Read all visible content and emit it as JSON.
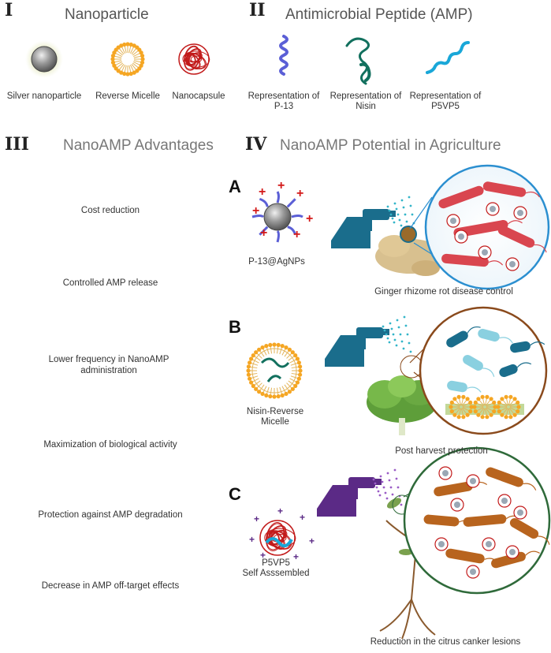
{
  "sections": {
    "s1": {
      "numeral": "I",
      "title": "Nanoparticle"
    },
    "s2": {
      "numeral": "II",
      "title": "Antimicrobial Peptide (AMP)"
    },
    "s3": {
      "numeral": "III",
      "title": "NanoAMP Advantages"
    },
    "s4": {
      "numeral": "IV",
      "title": "NanoAMP Potential  in Agriculture"
    }
  },
  "nanoparticles": {
    "silver": "Silver nanoparticle",
    "micelle": "Reverse Micelle",
    "capsule": "Nanocapsule"
  },
  "peptides": {
    "p13": [
      "Representation of",
      "P-13"
    ],
    "nisin": [
      "Representation of",
      "Nisin"
    ],
    "p5vp5": [
      "Representation of",
      "P5VP5"
    ]
  },
  "advantages": [
    "Cost reduction",
    "Controlled AMP release",
    "Lower frequency in NanoAMP administration",
    "Maximization of biological activity",
    "Protection against AMP degradation",
    "Decrease in AMP off-target effects"
  ],
  "panels": {
    "a": {
      "letter": "A",
      "formulation": "P-13@AgNPs",
      "application": "Ginger  rhizome rot disease control",
      "color": "#1a6d8c",
      "ring": "#2b8fd0"
    },
    "b": {
      "letter": "B",
      "formulation": [
        "Nisin-Reverse",
        "Micelle"
      ],
      "application": "Post harvest  protection",
      "color": "#1a6d8c",
      "ring": "#8a4a1c"
    },
    "c": {
      "letter": "C",
      "formulation": [
        "P5VP5",
        "Self Asssembled"
      ],
      "application": "Reduction in the citrus canker lesions",
      "color": "#5b2a86",
      "ring": "#2f6a3a"
    }
  }
}
